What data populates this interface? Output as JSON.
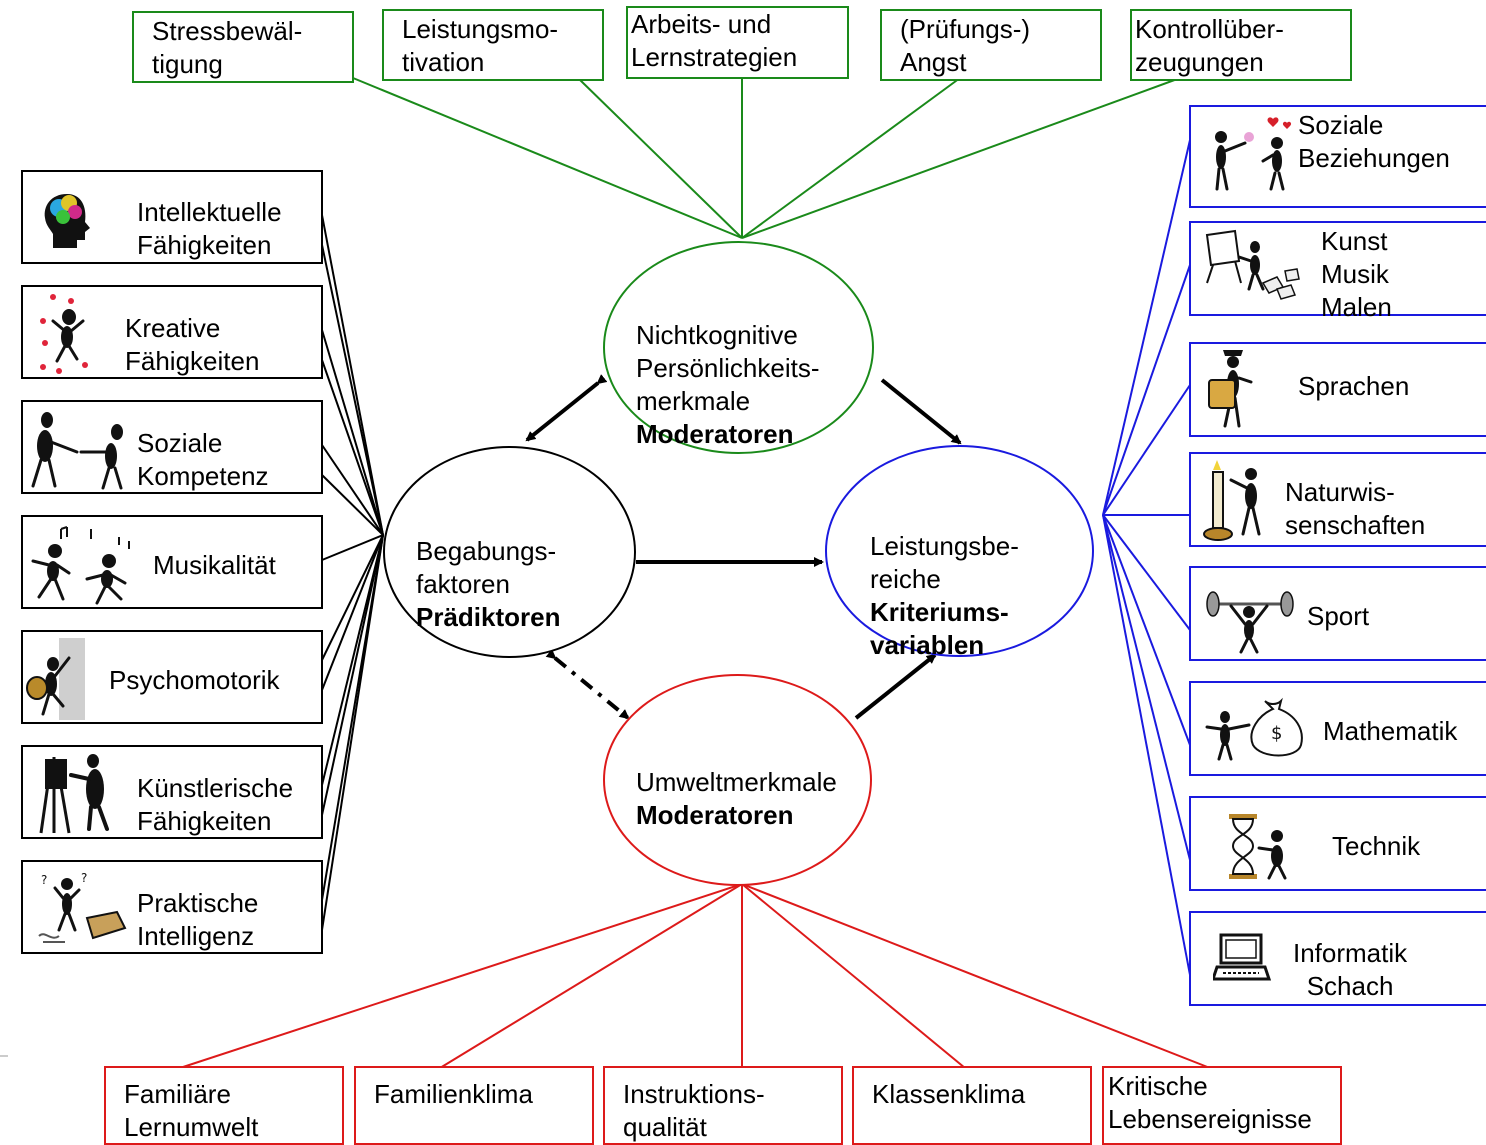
{
  "top_moderators": [
    "Stressbewäl-\ntigung",
    "Leistungsmo-\ntivation",
    "Arbeits- und\nLernstrategien",
    "(Prüfungs-)\nAngst",
    "Kontrollüber-\nzeugungen"
  ],
  "predictors": [
    {
      "label": "Intellektuelle\nFähigkeiten",
      "icon": "head-icon"
    },
    {
      "label": "Kreative\nFähigkeiten",
      "icon": "juggler-icon"
    },
    {
      "label": "Soziale\nKompetenz",
      "icon": "handshake-icon"
    },
    {
      "label": "Musikalität",
      "icon": "dancers-icon"
    },
    {
      "label": "Psychomotorik",
      "icon": "climber-icon"
    },
    {
      "label": "Künstlerische\nFähigkeiten",
      "icon": "painter-icon"
    },
    {
      "label": "Praktische\nIntelligenz",
      "icon": "toolbox-icon"
    }
  ],
  "criteria": [
    {
      "label": "Soziale\nBeziehungen",
      "icon": "couple-icon"
    },
    {
      "label": "Kunst\nMusik\nMalen",
      "icon": "easel-icon"
    },
    {
      "label": "Sprachen",
      "icon": "traveler-icon"
    },
    {
      "label": "Naturwis-\nsenschaften",
      "icon": "candle-icon"
    },
    {
      "label": "Sport",
      "icon": "weightlifter-icon"
    },
    {
      "label": "Mathematik",
      "icon": "money-bag-icon"
    },
    {
      "label": "Technik",
      "icon": "hourglass-icon"
    },
    {
      "label": "Informatik\nSchach",
      "icon": "computer-icon"
    }
  ],
  "bottom_moderators": [
    "Familiäre\nLernumwelt",
    "Familienklima",
    "Instruktions-\nqualität",
    "Klassenklima",
    "Kritische\nLebensereignisse"
  ],
  "ellipses": {
    "noncognitive": {
      "text": "Nichtkognitive\nPersönlichkeits-\nmerkmale",
      "bold": "Moderatoren"
    },
    "talent": {
      "text": "Begabungs-\nfaktoren",
      "bold": "Prädiktoren"
    },
    "performance": {
      "text": "Leistungsbe-\nreiche",
      "bold": "Kriteriums-\nvariablen"
    },
    "environment": {
      "text": "Umweltmerkmale",
      "bold": "Moderatoren"
    }
  },
  "colors": {
    "green": "#1a8a1a",
    "blue": "#1a1adf",
    "red": "#dd1a1a",
    "black": "#000000"
  }
}
